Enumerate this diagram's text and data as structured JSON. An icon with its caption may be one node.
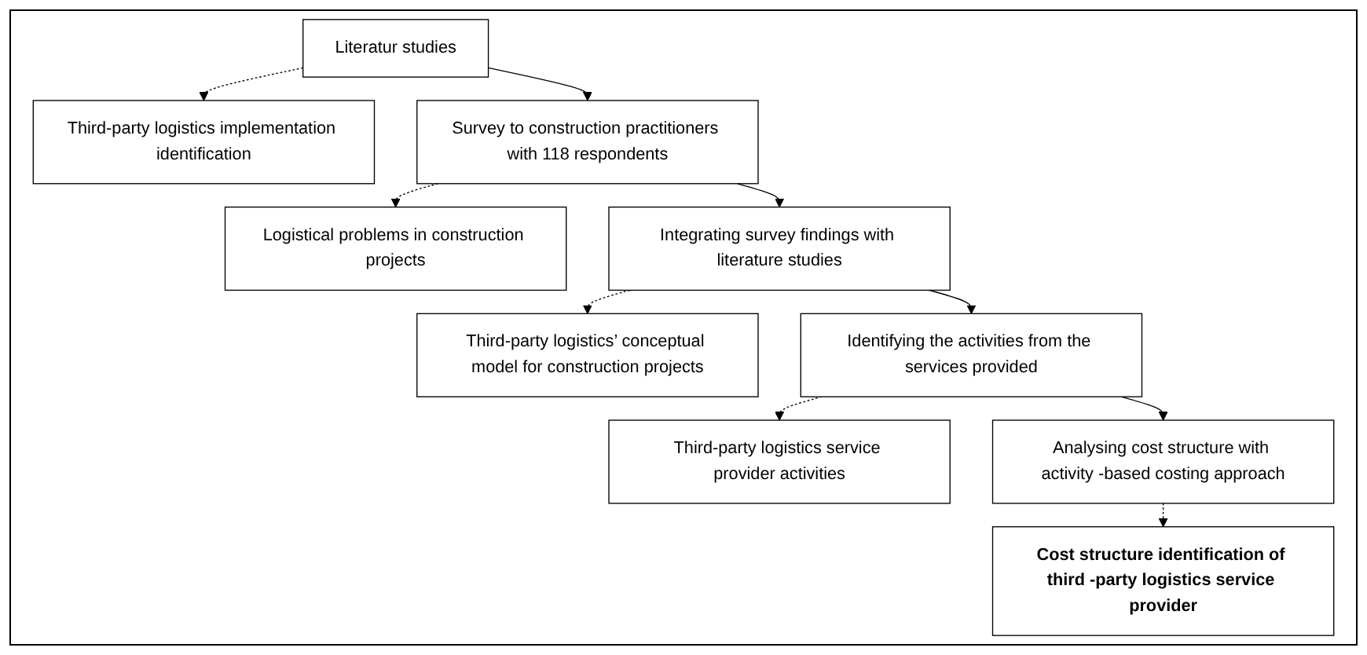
{
  "diagram": {
    "nodes": [
      {
        "text": [
          "Literatur studies"
        ]
      },
      {
        "text": [
          "Third-party logistics implementation identification"
        ]
      },
      {
        "text": [
          "Survey to construction practitioners with 118 respondents"
        ]
      },
      {
        "text": [
          "Logistical problems in construction projects"
        ]
      },
      {
        "text": [
          "Integrating survey findings with literature studies"
        ]
      },
      {
        "text": [
          "Third-party logistics’ conceptual model for construction projects"
        ]
      },
      {
        "text": [
          "Identifying the activities from the services provided"
        ]
      },
      {
        "text": [
          "Third-party logistics service provider activities"
        ]
      },
      {
        "text": [
          "Analysing cost structure with activity -based costing approach"
        ]
      },
      {
        "text": [
          "Cost structure identification of third -party logistics service provider"
        ]
      }
    ],
    "edges": [
      {
        "from": 0,
        "to": 1,
        "arrow": "to",
        "style": "dashed"
      },
      {
        "from": 0,
        "to": 2,
        "arrow": "to"
      },
      {
        "from": 2,
        "to": 3,
        "arrow": "to",
        "style": "dashed"
      },
      {
        "from": 2,
        "to": 4,
        "arrow": "to"
      },
      {
        "from": 4,
        "to": 5,
        "arrow": "to",
        "style": "dashed"
      },
      {
        "from": 4,
        "to": 6,
        "arrow": "to"
      },
      {
        "from": 6,
        "to": 7,
        "arrow": "to",
        "style": "dashed"
      },
      {
        "from": 6,
        "to": 8,
        "arrow": "to"
      },
      {
        "from": 8,
        "to": 9,
        "arrow": "to",
        "style": "dashed"
      }
    ]
  }
}
